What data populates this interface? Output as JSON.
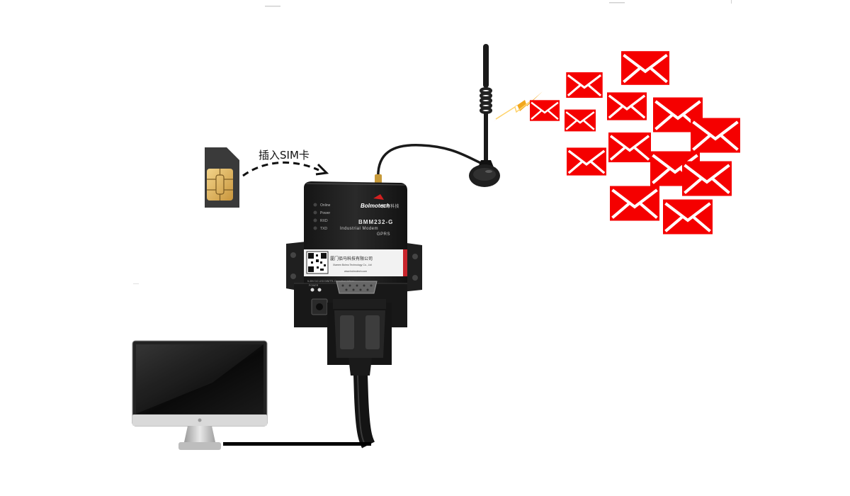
{
  "annotation": {
    "insert_sim_label": "插入SIM卡"
  },
  "modem": {
    "brand": "Bolmotech",
    "brand_sub": "佰马科技",
    "model": "BMM232-G",
    "type_line": "Industrial Modem",
    "network": "GPRS",
    "leds": [
      "Online",
      "Power",
      "RXD",
      "TXD"
    ],
    "sticker_cn": "厦门佰马科技有限公司",
    "sticker_en": "Xiamen Bolmo Technology Co., Ltd",
    "sticker_web": "www.bolmotech.com",
    "port_labels": "5-35V DC   LED   DIN/TTL   Operating Voltage",
    "power_label": "POWER"
  },
  "colors": {
    "envelope": "#f50000",
    "lightning": "#f2a81d",
    "device": "#1b1b1b",
    "sim_chip": "#e6b860"
  },
  "icons": [
    "sim-card-icon",
    "modem-device",
    "antenna-icon",
    "lightning-icon",
    "envelope-icon",
    "monitor-icon"
  ]
}
